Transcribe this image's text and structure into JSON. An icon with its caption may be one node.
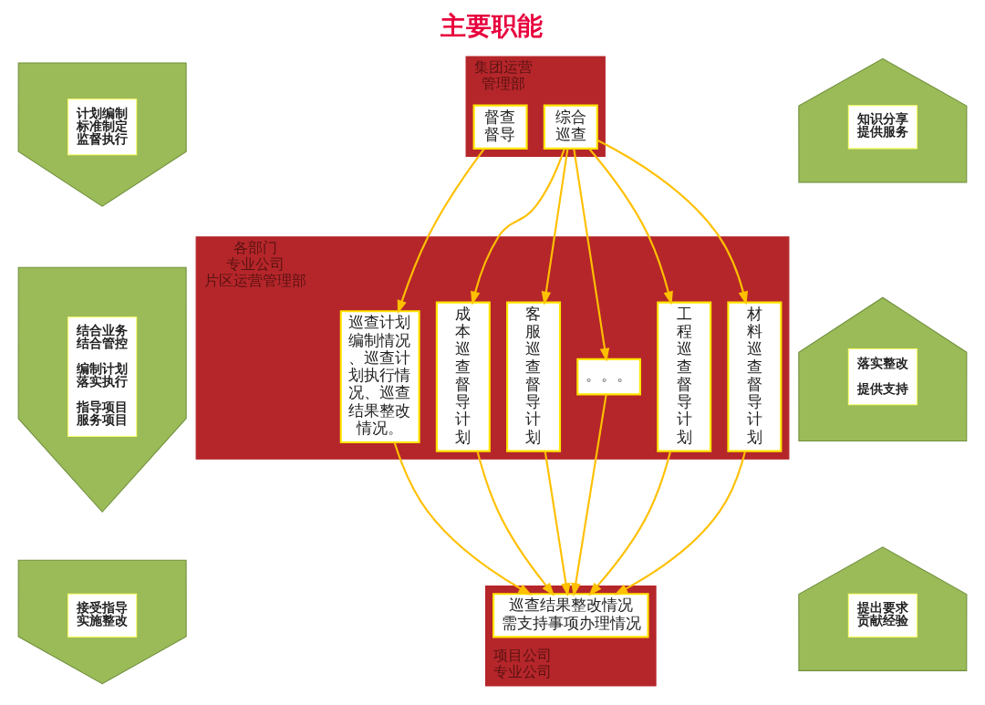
{
  "diagram": {
    "title": "主要职能",
    "nodes": [
      {
        "text": [
          "集团运营管理部"
        ]
      },
      {
        "text": [
          "督查督导"
        ],
        "in": 0
      },
      {
        "text": [
          "综合巡查"
        ],
        "in": 0
      },
      {
        "text": [
          "各部门专业公司片区运营管理部"
        ]
      },
      {
        "text": [
          "巡查计划编制情况、巡查计划执行情况、巡查结果整改情况。"
        ],
        "in": 3
      },
      {
        "text": [
          "成本巡查督导计划"
        ],
        "in": 3
      },
      {
        "text": [
          "客服巡查督导计划"
        ],
        "in": 3
      },
      {
        "text": [
          "。。。"
        ],
        "in": 3
      },
      {
        "text": [
          "工程巡查督导计划"
        ],
        "in": 3
      },
      {
        "text": [
          "材料巡查督导计划"
        ],
        "in": 3
      },
      {
        "text": [
          "项目公司专业公司"
        ]
      },
      {
        "text": [
          "巡查结果整改情况需支持事项办理情况"
        ],
        "in": 10
      },
      {
        "text": [
          "计划编制标准制定监督执行"
        ]
      },
      {
        "text": [
          "结合业务结合管控",
          "编制计划落实执行",
          "指导项目服务项目"
        ]
      },
      {
        "text": [
          "接受指导实施整改"
        ]
      },
      {
        "text": [
          "知识分享提供服务"
        ]
      },
      {
        "text": [
          "落实整改",
          "提供支持"
        ]
      },
      {
        "text": [
          "提出要求贡献经验"
        ]
      }
    ],
    "edges": [
      {
        "from": 1,
        "to": 4,
        "arrow": "to"
      },
      {
        "from": 2,
        "to": 5,
        "arrow": "to"
      },
      {
        "from": 2,
        "to": 6,
        "arrow": "to"
      },
      {
        "from": 2,
        "to": 7,
        "arrow": "to"
      },
      {
        "from": 2,
        "to": 8,
        "arrow": "to"
      },
      {
        "from": 2,
        "to": 9,
        "arrow": "to"
      },
      {
        "from": 4,
        "to": 11,
        "arrow": "to"
      },
      {
        "from": 5,
        "to": 11,
        "arrow": "to"
      },
      {
        "from": 6,
        "to": 11,
        "arrow": "to"
      },
      {
        "from": 7,
        "to": 11,
        "arrow": "to"
      },
      {
        "from": 8,
        "to": 11,
        "arrow": "to"
      },
      {
        "from": 9,
        "to": 11,
        "arrow": "to"
      }
    ]
  }
}
